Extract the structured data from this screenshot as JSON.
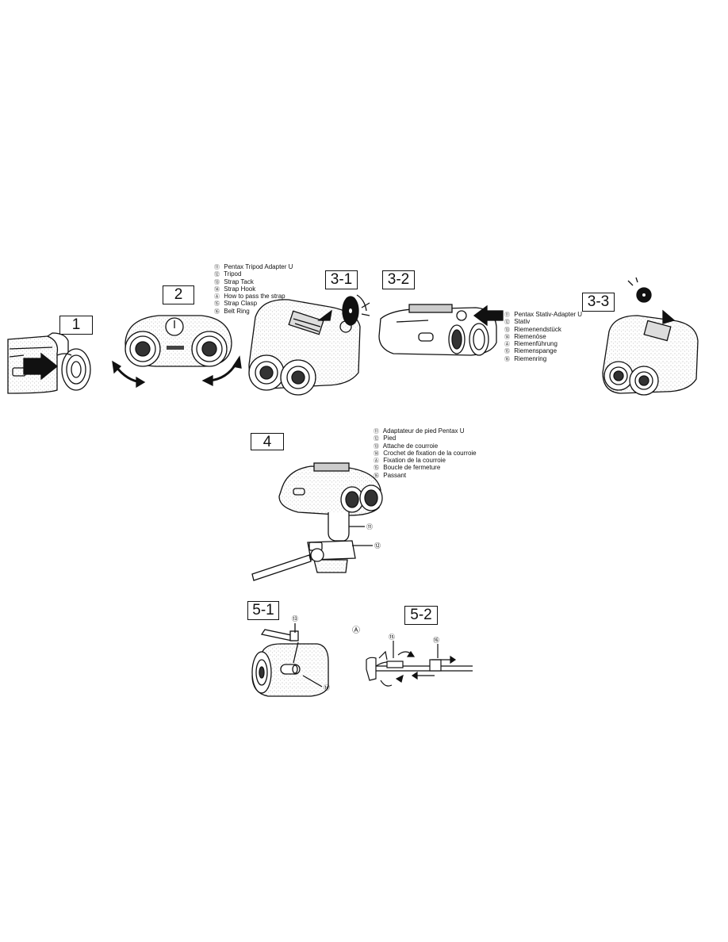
{
  "figures": {
    "fig1": "1",
    "fig2": "2",
    "fig3_1": "3-1",
    "fig3_2": "3-2",
    "fig3_3": "3-3",
    "fig4": "4",
    "fig5_1": "5-1",
    "fig5_2": "5-2"
  },
  "legend_en": [
    {
      "mark": "⑪",
      "text": "Pentax Tripod Adapter U"
    },
    {
      "mark": "⑫",
      "text": "Tripod"
    },
    {
      "mark": "⑬",
      "text": "Strap Tack"
    },
    {
      "mark": "⑭",
      "text": "Strap Hook"
    },
    {
      "mark": "Ⓐ",
      "text": "How to pass the strap"
    },
    {
      "mark": "⑮",
      "text": "Strap Clasp"
    },
    {
      "mark": "⑯",
      "text": "Belt Ring"
    }
  ],
  "legend_de": [
    {
      "mark": "⑪",
      "text": "Pentax Stativ-Adapter U"
    },
    {
      "mark": "⑫",
      "text": "Stativ"
    },
    {
      "mark": "⑬",
      "text": "Riemenendstück"
    },
    {
      "mark": "⑭",
      "text": "Riemenöse"
    },
    {
      "mark": "Ⓐ",
      "text": "Riemenführung"
    },
    {
      "mark": "⑮",
      "text": "Riemenspange"
    },
    {
      "mark": "⑯",
      "text": "Riemenring"
    }
  ],
  "legend_fr": [
    {
      "mark": "⑪",
      "text": "Adaptateur de pied Pentax U"
    },
    {
      "mark": "⑫",
      "text": "Pied"
    },
    {
      "mark": "⑬",
      "text": "Attache de courroie"
    },
    {
      "mark": "⑭",
      "text": "Crochet de fixation de la courroie"
    },
    {
      "mark": "Ⓐ",
      "text": "Fixation de la courroie"
    },
    {
      "mark": "⑮",
      "text": "Boucle de fermeture"
    },
    {
      "mark": "⑯",
      "text": "Passant"
    }
  ],
  "callouts": {
    "c11": "⑪",
    "c12": "⑫",
    "c13": "⑬",
    "c14": "⑭",
    "cA": "Ⓐ",
    "c15": "⑮",
    "c16": "⑯"
  },
  "colors": {
    "ink": "#111111",
    "paper": "#ffffff",
    "stipple": "#9a9a9a"
  }
}
